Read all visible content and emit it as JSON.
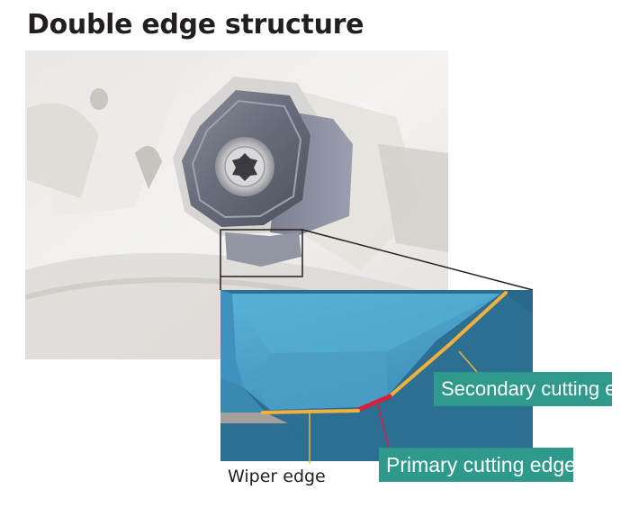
{
  "title": "Double edge structure",
  "labels": {
    "secondary": "Secondary cutting edge",
    "primary": "Primary cutting edge",
    "wiper": "Wiper edge"
  },
  "colors": {
    "label_bg": "#2f9a8c",
    "secondary_edge": "#f2b13a",
    "primary_edge": "#d81f3c",
    "wiper_edge": "#f2b13a",
    "insert_blue": "#2d6e93",
    "insert_face": "#4aa3cc"
  }
}
